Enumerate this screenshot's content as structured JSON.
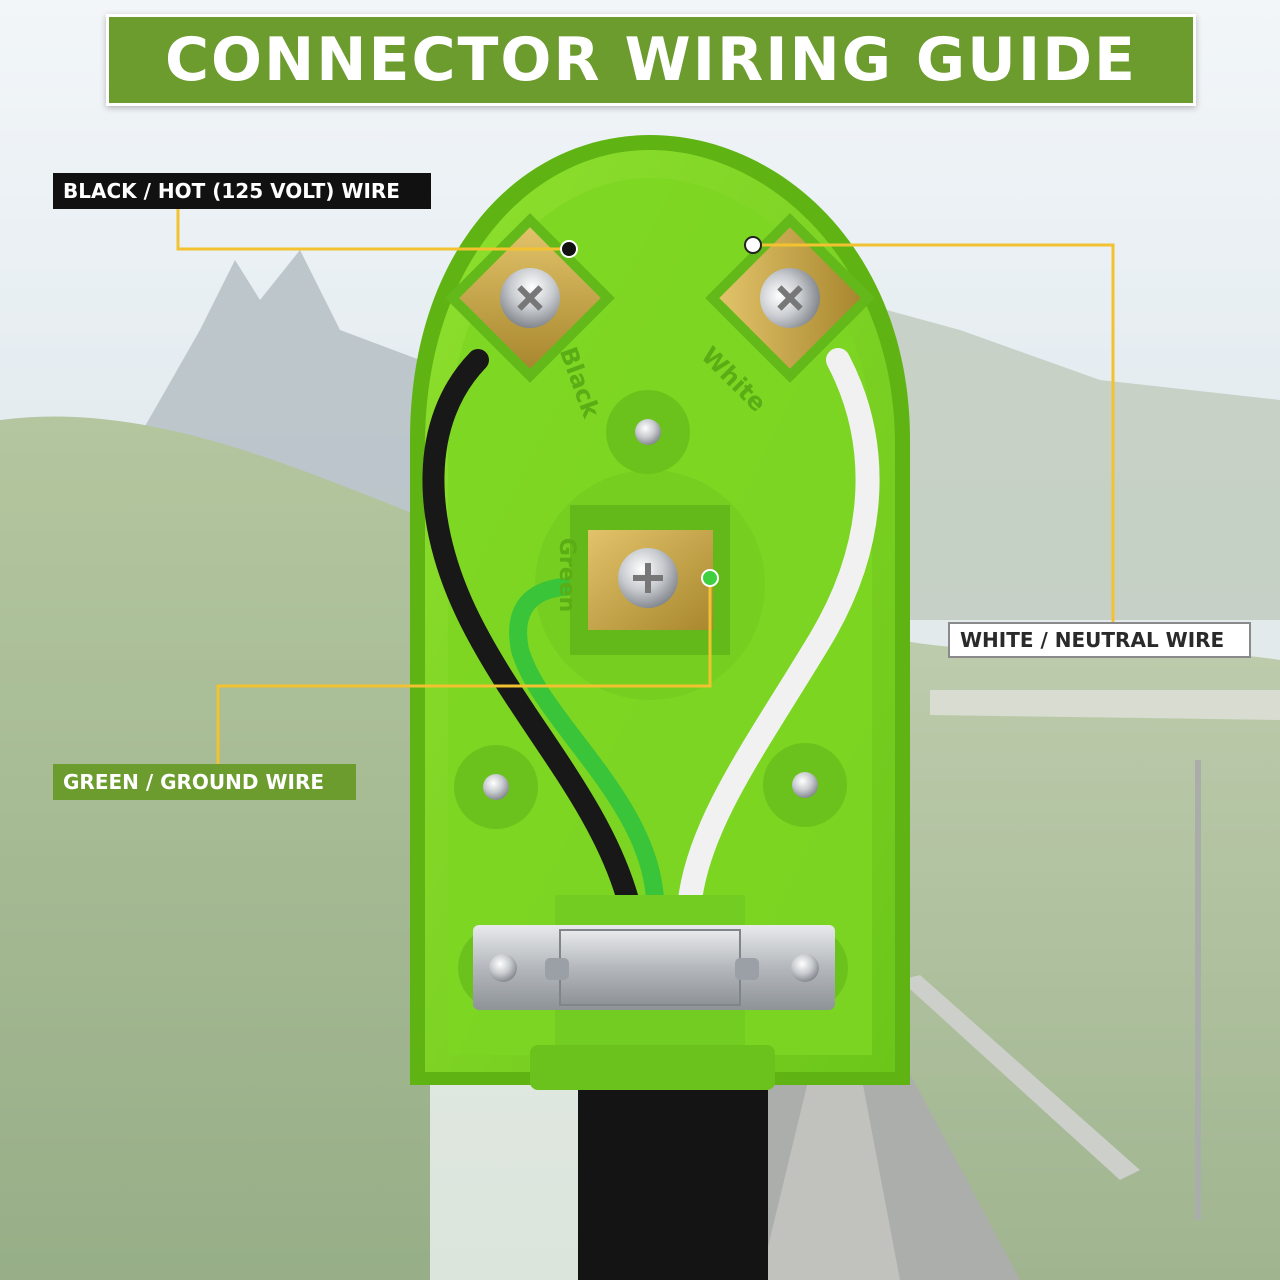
{
  "title": "CONNECTOR WIRING GUIDE",
  "callouts": {
    "hot": "BLACK / HOT (125 VOLT) WIRE",
    "neutral": "WHITE / NEUTRAL WIRE",
    "ground": "GREEN / GROUND WIRE"
  },
  "terminal_labels": {
    "black": "Black",
    "white": "White",
    "green": "Green"
  },
  "colors": {
    "title_green": "#6c9b2e",
    "plug_green": "#7ed321",
    "leader_yellow": "#f2c230",
    "brass": "#c8a64a",
    "wire_black": "#1a1a1a",
    "wire_white": "#f2f2f2",
    "wire_green": "#3fcf3f"
  }
}
